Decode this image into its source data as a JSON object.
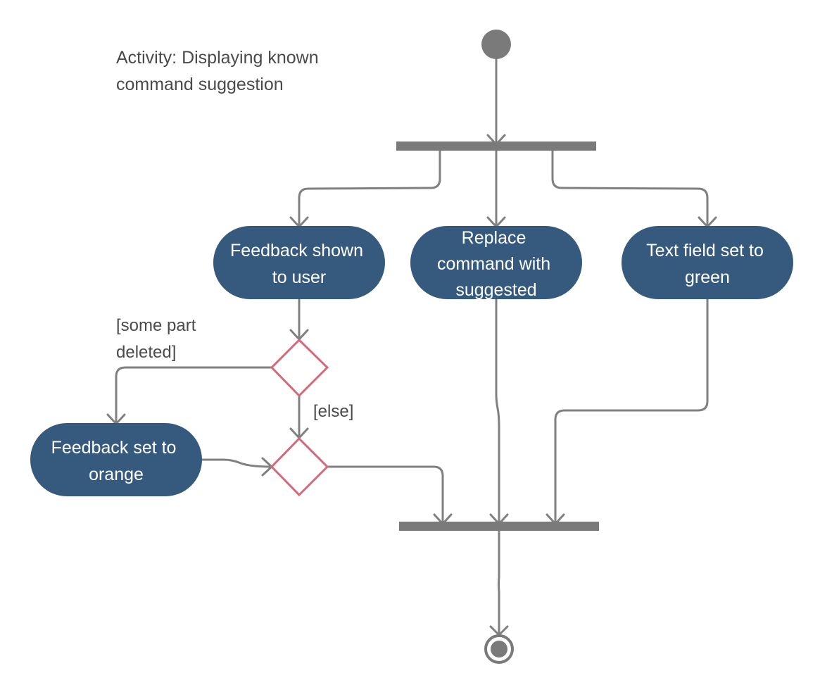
{
  "title": {
    "line1": "Activity: Displaying known",
    "line2": "command suggestion"
  },
  "colors": {
    "action_fill": "#365a7d",
    "action_text": "#ffffff",
    "decision_stroke": "#d46a78",
    "flow_line": "#808080",
    "bar_fill": "#7a7a7a",
    "label_text": "#4a4a4a"
  },
  "actions": {
    "feedback_shown": {
      "line1": "Feedback shown",
      "line2": "to user"
    },
    "replace_command": {
      "line1": "Replace",
      "line2": "command with",
      "line3": "suggested"
    },
    "text_field_green": {
      "line1": "Text field set to",
      "line2": "green"
    },
    "feedback_orange": {
      "line1": "Feedback set to",
      "line2": "orange"
    }
  },
  "guards": {
    "some_part_deleted_line1": "[some part",
    "some_part_deleted_line2": "deleted]",
    "else": "[else]"
  }
}
